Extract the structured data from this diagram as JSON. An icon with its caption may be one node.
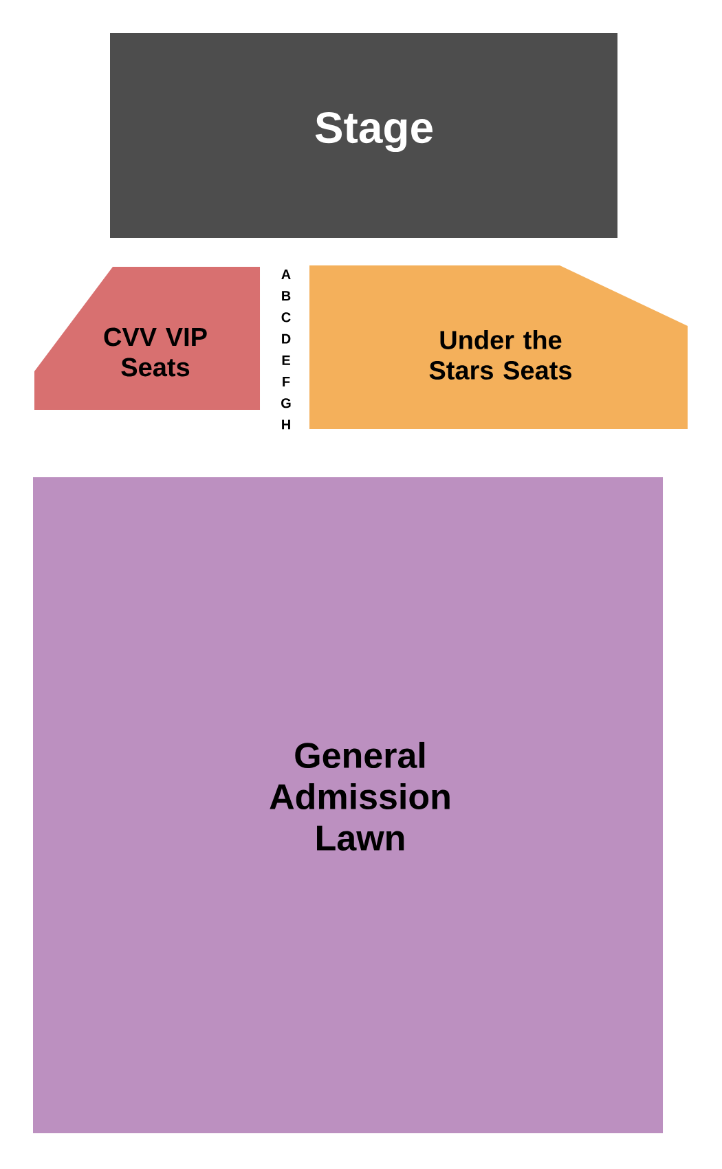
{
  "diagram": {
    "nodes": [
      {
        "text": [
          "Stage"
        ]
      },
      {
        "text": [
          "CVV VIP Seats"
        ]
      },
      {
        "text": [
          "Under the Stars Seats"
        ]
      },
      {
        "text": [
          "General Admission Lawn"
        ]
      }
    ],
    "labels": [
      "A",
      "B",
      "C",
      "D",
      "E",
      "F",
      "G",
      "H"
    ]
  }
}
